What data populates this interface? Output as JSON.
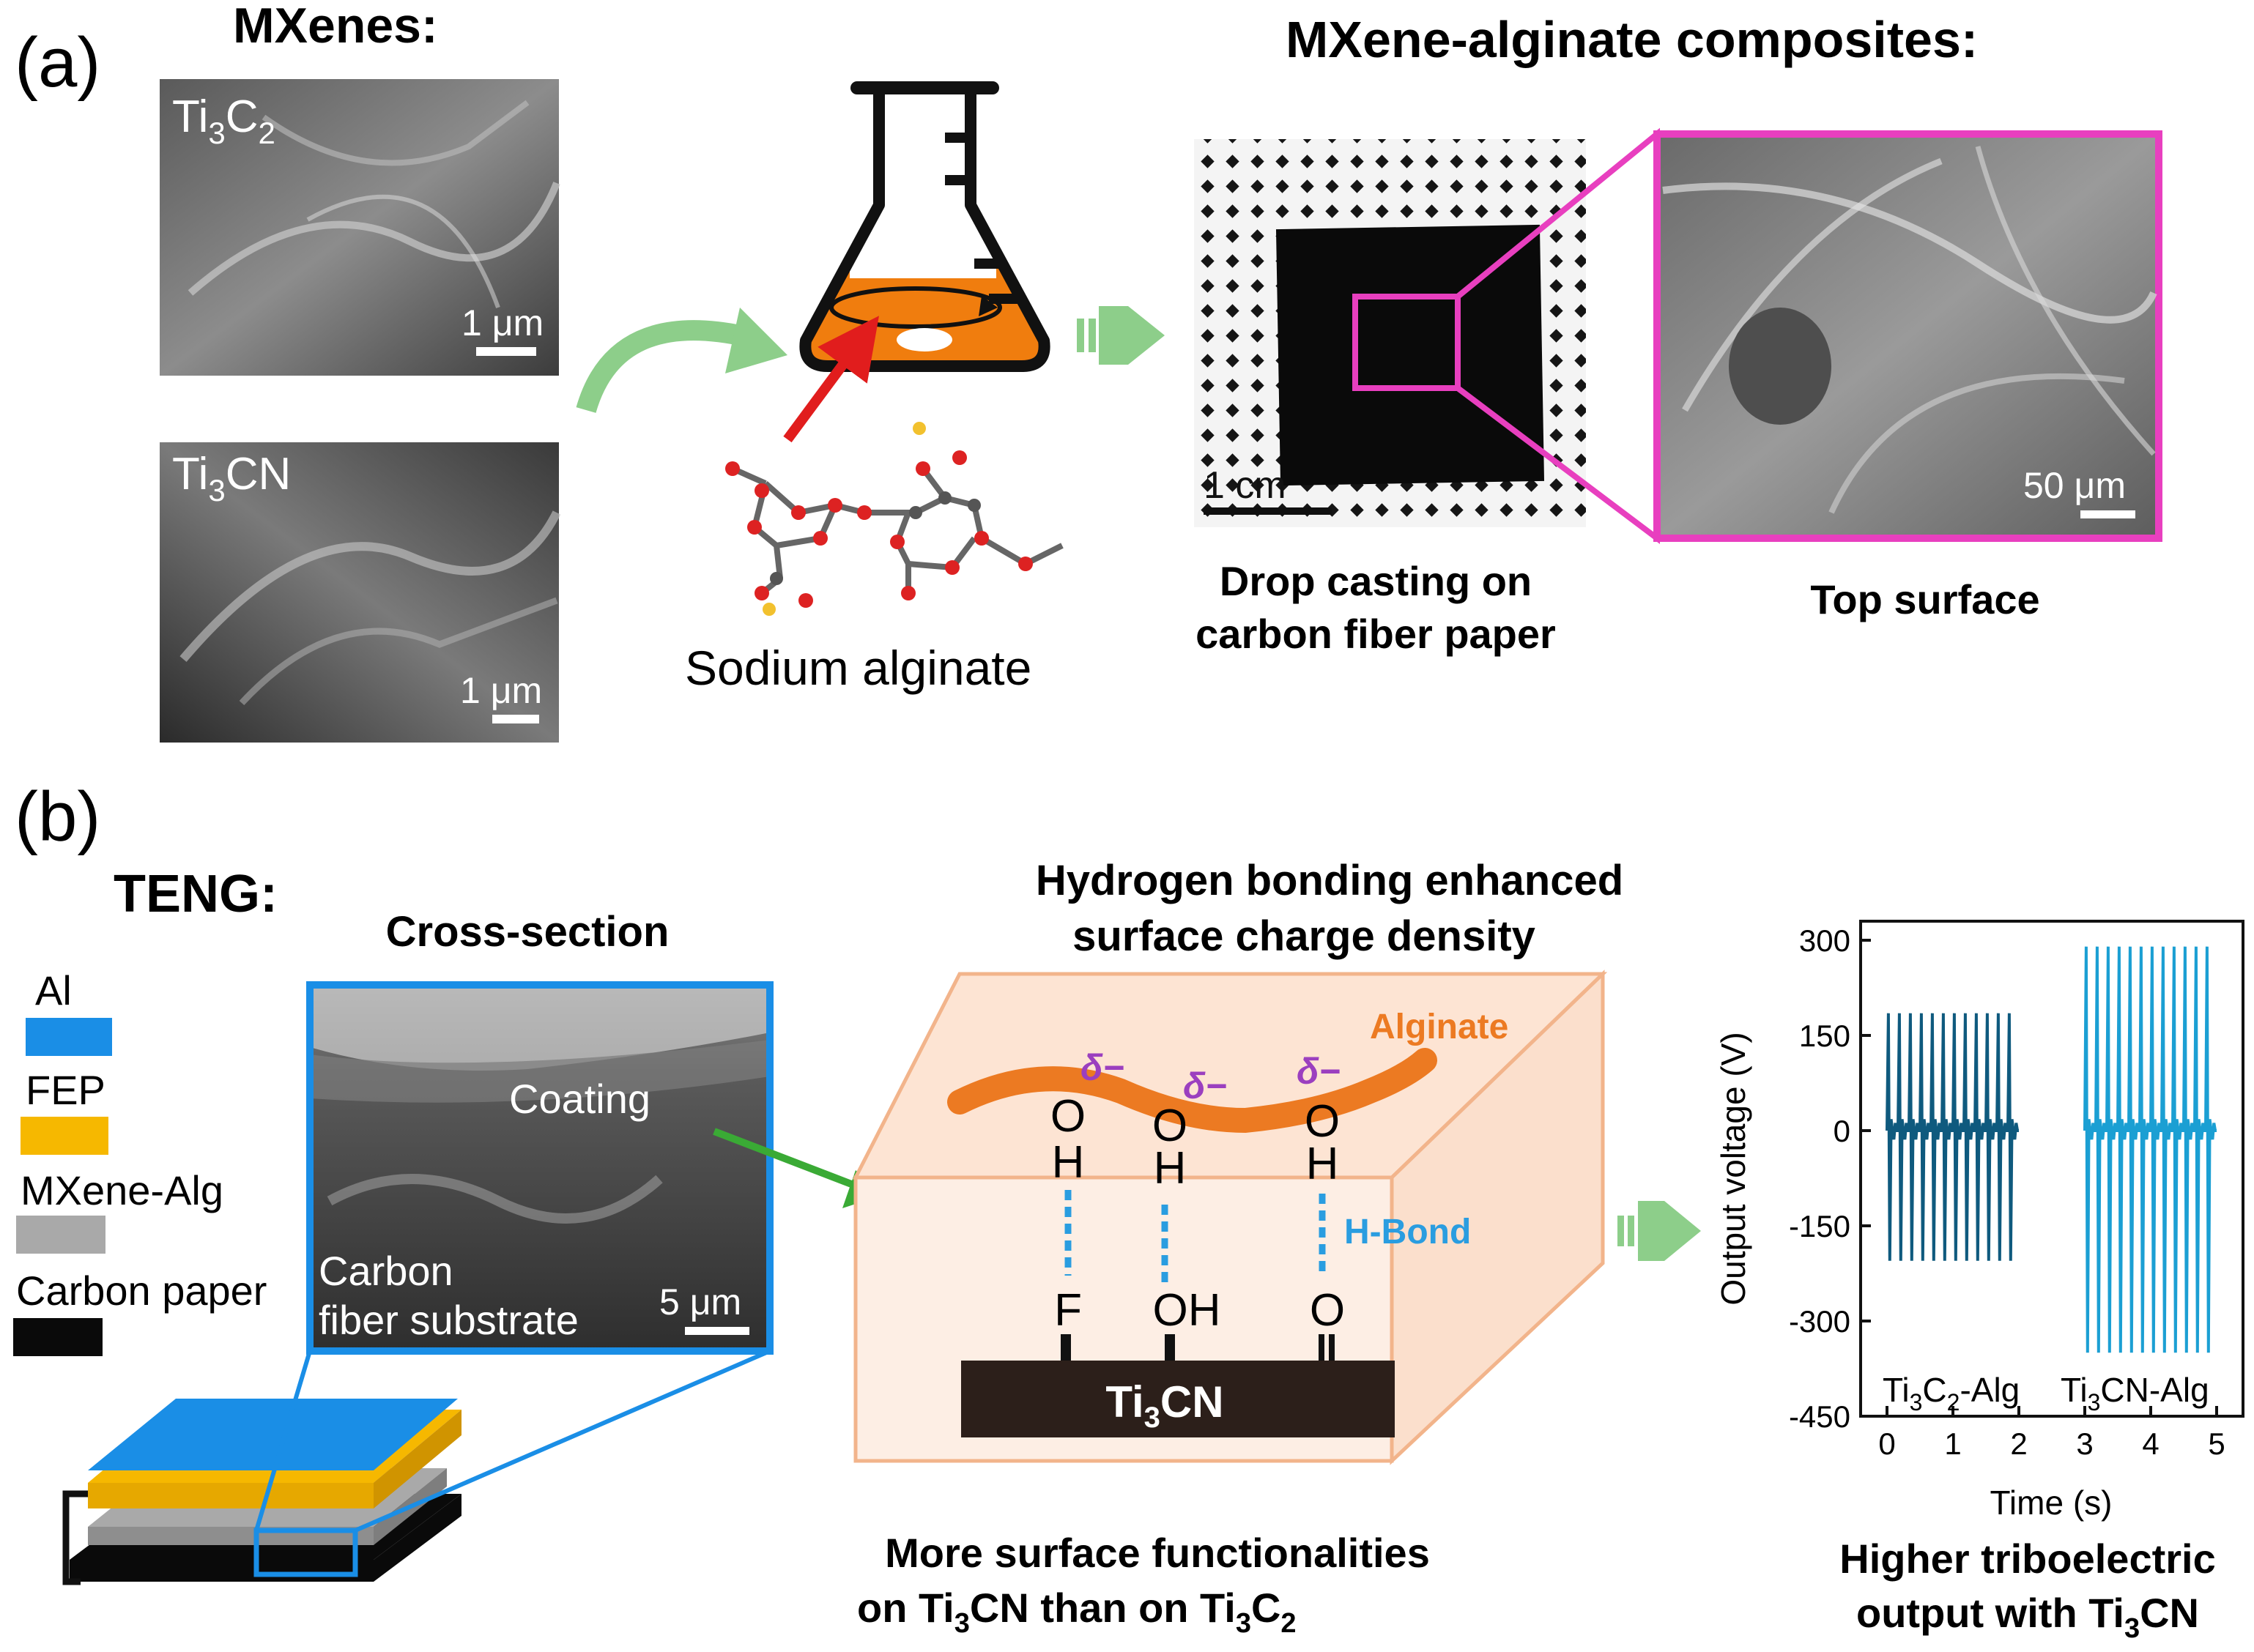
{
  "panel_a": {
    "label": "(a)",
    "mxenes_title": "MXenes:",
    "composites_title": "MXene-alginate composites:",
    "sem1": {
      "main": "Ti",
      "sub1": "3",
      "mid": "C",
      "sub2": "2",
      "scale": "1 μm"
    },
    "sem2": {
      "main": "Ti",
      "sub1": "3",
      "rest": "CN",
      "scale": "1 μm"
    },
    "alginate_label": "Sodium alginate",
    "photo_scale": "1 cm",
    "caption_drop_line1": "Drop casting on",
    "caption_drop_line2": "carbon fiber paper",
    "sem3_scale": "50 μm",
    "caption_top": "Top surface",
    "colors": {
      "flask_liquid": "#f07d0e",
      "zoom_box": "#e83fbf",
      "arrow_green": "#8dce8a",
      "arrow_red": "#e11d1d"
    }
  },
  "panel_b": {
    "label": "(b)",
    "teng_title": "TENG:",
    "legend": [
      {
        "label": "Al",
        "color": "#1a8ee6"
      },
      {
        "label": "FEP",
        "color": "#f6b800"
      },
      {
        "label": "MXene-Alg",
        "color": "#a9a9a9"
      },
      {
        "label": "Carbon paper",
        "color": "#0a0a0a"
      }
    ],
    "cross_section_title": "Cross-section",
    "cs_coating": "Coating",
    "cs_substrate_line1": "Carbon",
    "cs_substrate_line2": "fiber substrate",
    "cs_scale": "5 μm",
    "hbond_title_line1": "Hydrogen bonding enhanced",
    "hbond_title_line2": "surface charge density",
    "alginate": "Alginate",
    "delta": "δ−",
    "top_atoms": [
      "O",
      "O",
      "O"
    ],
    "top_h": [
      "H",
      "H",
      "H"
    ],
    "hbond_label": "H-Bond",
    "bottom_groups": [
      "F",
      "OH",
      "O"
    ],
    "slab_main": "Ti",
    "slab_sub": "3",
    "slab_rest": "CN",
    "caption_more_line1": "More surface functionalities",
    "caption_more_line2_a": "on Ti",
    "caption_more_line2_sub": "3",
    "caption_more_line2_b": "CN than on Ti",
    "caption_more_line2_sub2": "3",
    "caption_more_line2_c": "C",
    "caption_more_line2_sub3": "2",
    "caption_higher_line1": "Higher triboelectric",
    "caption_higher_line2_a": "output with Ti",
    "caption_higher_line2_sub": "3",
    "caption_higher_line2_b": "CN",
    "colors": {
      "box": "#f2b48b",
      "box_fill": "#fdeee4",
      "alginate": "#ec7a22",
      "delta": "#9b3fbf",
      "hbond": "#2a9de0",
      "slab": "#2c1f1a",
      "cs_frame": "#1a8ee6",
      "arrow_green": "#3aaa35"
    }
  },
  "chart_data": {
    "type": "line",
    "ylabel": "Output voltage (V)",
    "xlabel": "Time (s)",
    "xlim": [
      -0.4,
      5.4
    ],
    "ylim": [
      -450,
      330
    ],
    "xticks": [
      0,
      1,
      2,
      3,
      4,
      5
    ],
    "yticks": [
      300,
      150,
      0,
      -150,
      -300,
      -450
    ],
    "series": [
      {
        "name": "Ti3C2-Alg",
        "label_main": "Ti",
        "label_sub1": "3",
        "label_mid": "C",
        "label_sub2": "2",
        "label_rest": "-Alg",
        "color": "#0f5a7e",
        "t_start": 0.0,
        "t_end": 2.0,
        "peaks": 12,
        "max": 185,
        "min": -205
      },
      {
        "name": "Ti3CN-Alg",
        "label_main": "Ti",
        "label_sub1": "3",
        "label_rest": "CN-Alg",
        "color": "#1b9fd3",
        "t_start": 3.0,
        "t_end": 5.0,
        "peaks": 12,
        "max": 290,
        "min": -350
      }
    ]
  }
}
